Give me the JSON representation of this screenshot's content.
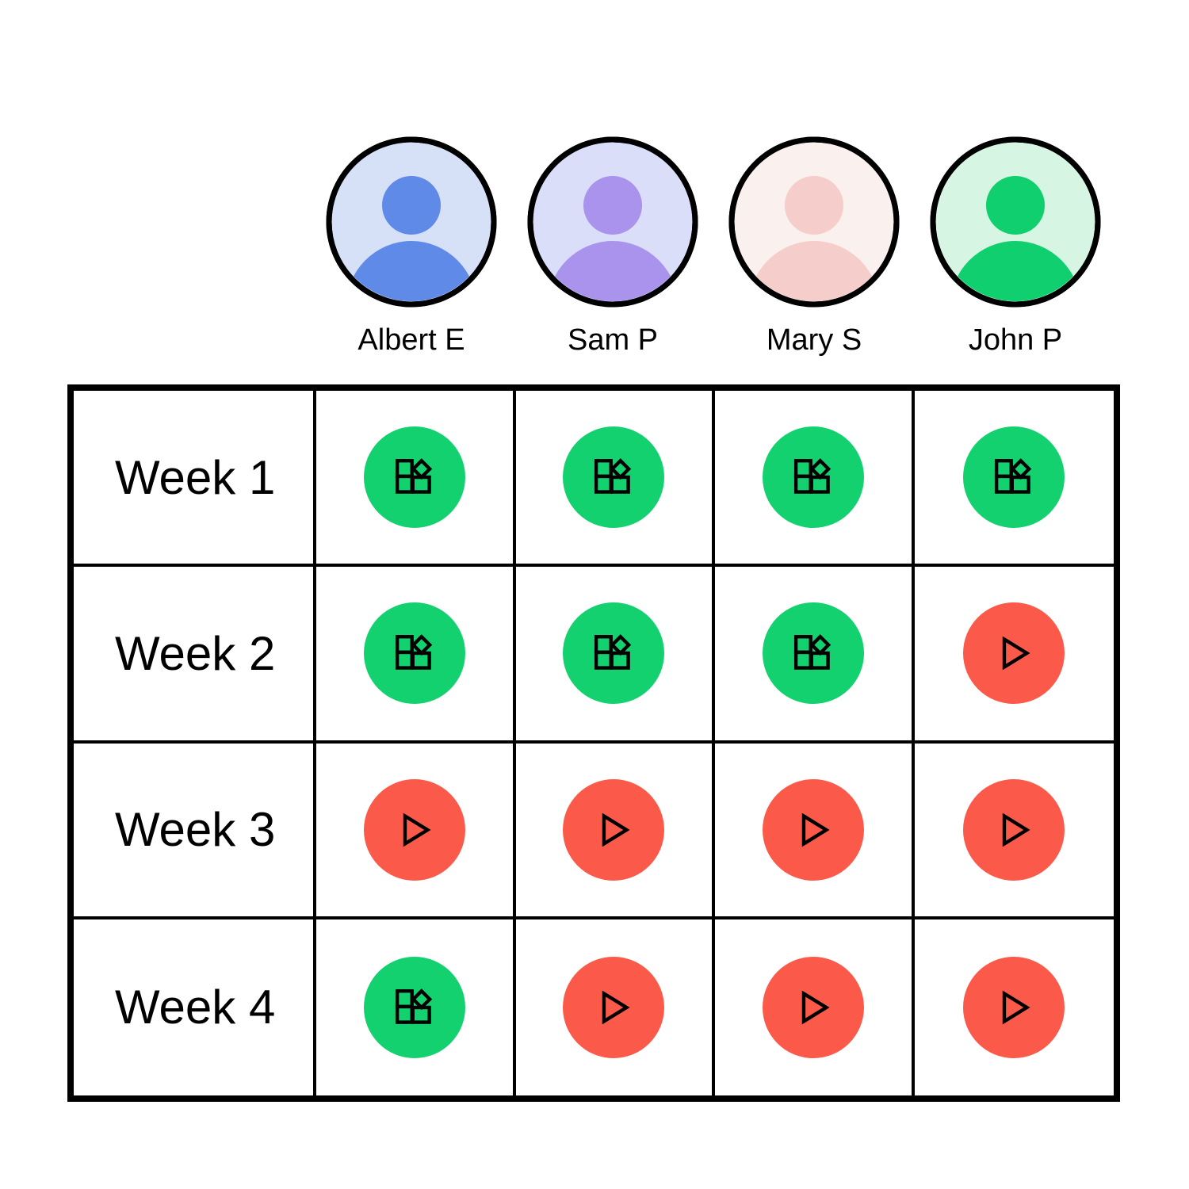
{
  "people": [
    {
      "name": "Albert E",
      "bg": "#d6e1f8",
      "fg": "#5f8ae8"
    },
    {
      "name": "Sam P",
      "bg": "#dbdef9",
      "fg": "#aa93ec"
    },
    {
      "name": "Mary S",
      "bg": "#faf0ee",
      "fg": "#f5cdca"
    },
    {
      "name": "John P",
      "bg": "#d6f5e3",
      "fg": "#10cf6e"
    }
  ],
  "weeks": [
    {
      "label": "Week 1",
      "statuses": [
        "blocks",
        "blocks",
        "blocks",
        "blocks"
      ]
    },
    {
      "label": "Week 2",
      "statuses": [
        "blocks",
        "blocks",
        "blocks",
        "play"
      ]
    },
    {
      "label": "Week 3",
      "statuses": [
        "play",
        "play",
        "play",
        "play"
      ]
    },
    {
      "label": "Week 4",
      "statuses": [
        "blocks",
        "play",
        "play",
        "play"
      ]
    }
  ],
  "status_colors": {
    "blocks": "#12d16e",
    "play": "#fb5a4a"
  }
}
